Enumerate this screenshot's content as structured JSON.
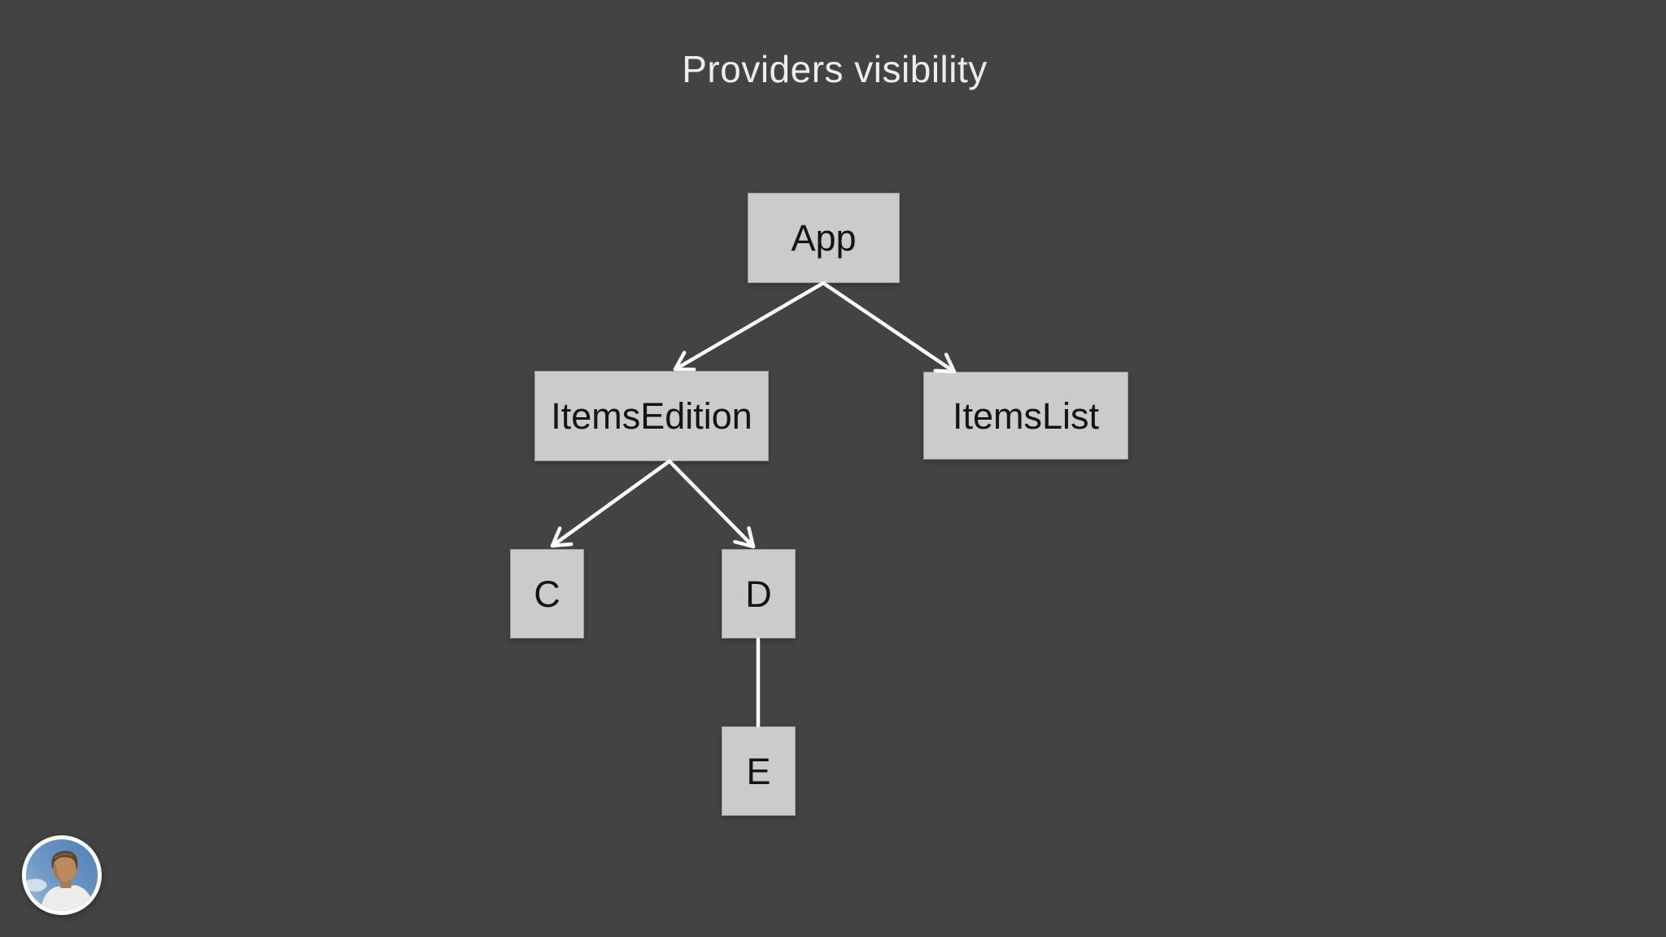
{
  "title": "Providers visibility",
  "diagram": {
    "type": "component-tree",
    "nodes": {
      "app": "App",
      "items_edition": "ItemsEdition",
      "items_list": "ItemsList",
      "c": "C",
      "d": "D",
      "e": "E"
    },
    "edges": [
      {
        "from": "App",
        "to": "ItemsEdition",
        "arrow": true
      },
      {
        "from": "App",
        "to": "ItemsList",
        "arrow": true
      },
      {
        "from": "ItemsEdition",
        "to": "C",
        "arrow": true
      },
      {
        "from": "ItemsEdition",
        "to": "D",
        "arrow": true
      },
      {
        "from": "D",
        "to": "E",
        "arrow": false
      }
    ]
  },
  "avatar": {
    "icon": "presenter-photo"
  },
  "colors": {
    "background": "#434343",
    "node_fill": "#cbcbcb",
    "node_text": "#141414",
    "edge": "#fafafa",
    "title_text": "#ededed"
  }
}
